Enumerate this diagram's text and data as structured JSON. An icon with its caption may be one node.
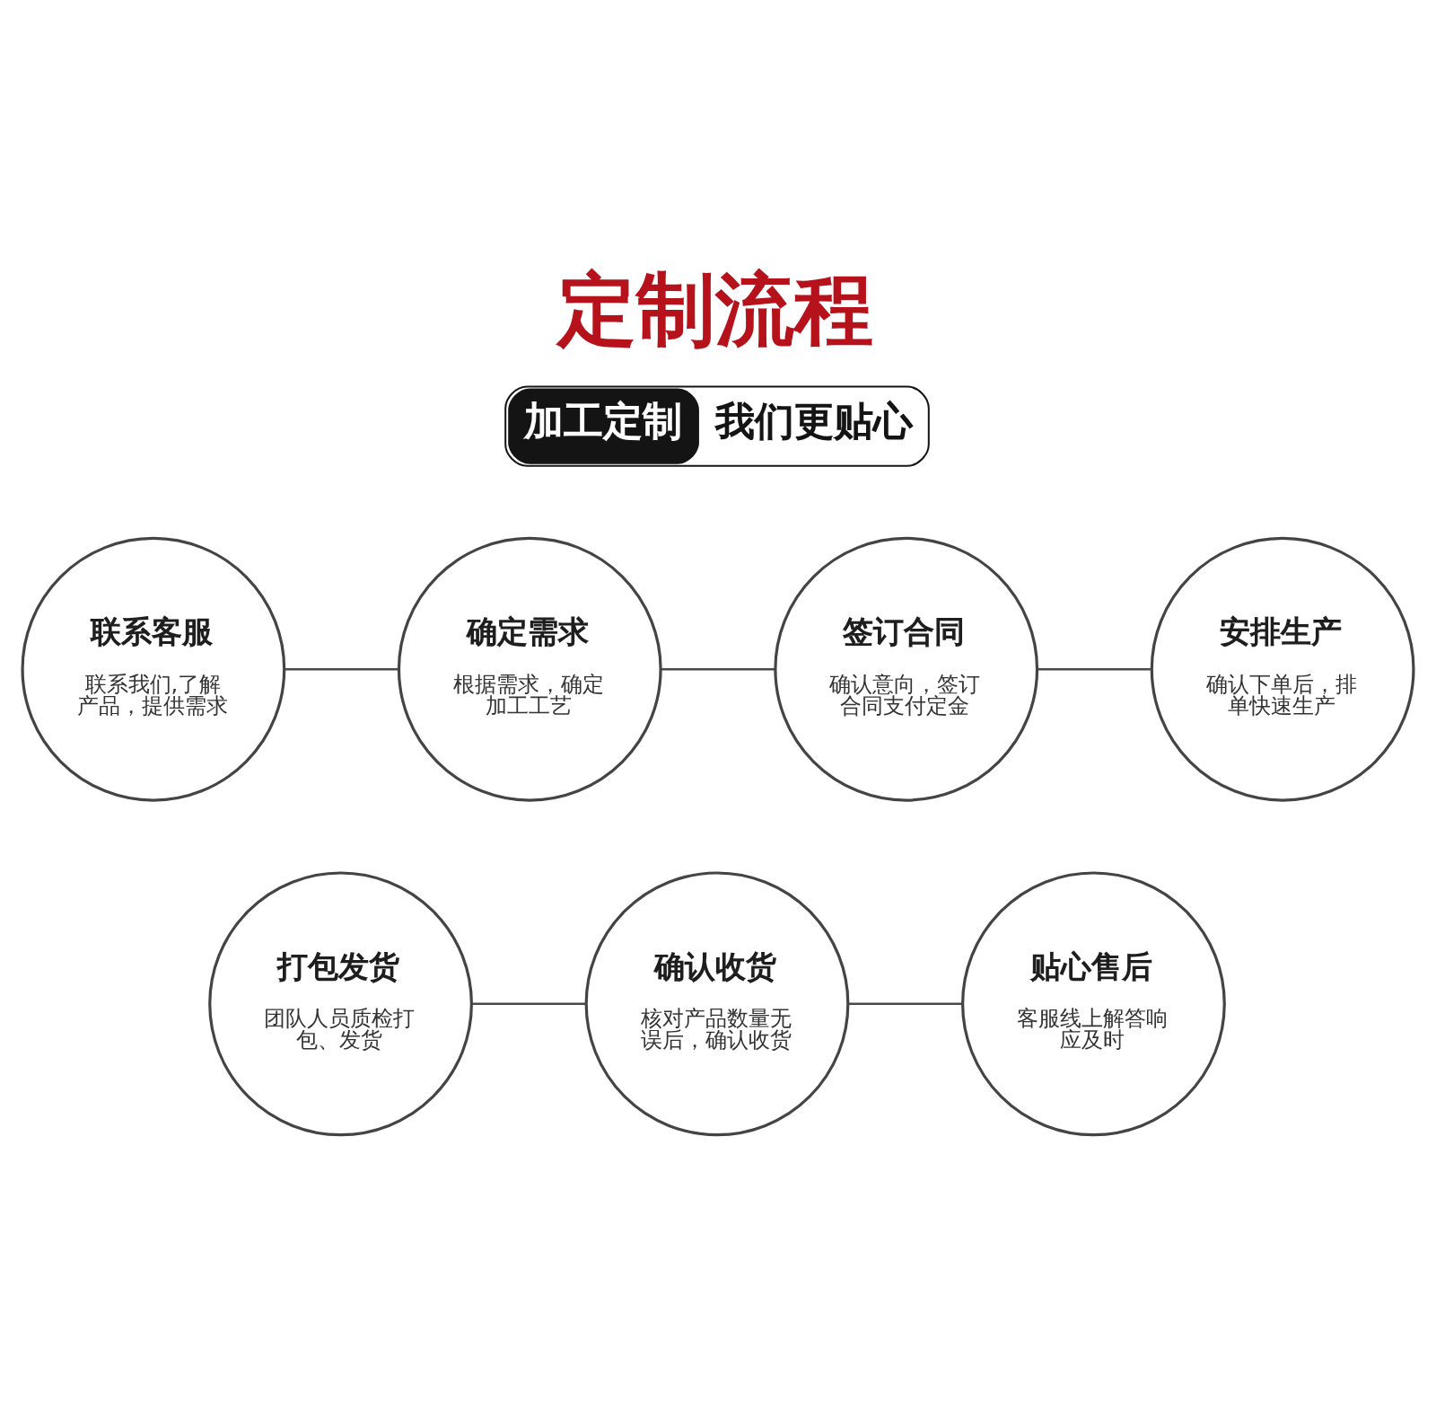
{
  "diagram": {
    "title": "定制流程",
    "nodes": [
      {
        "text": [
          "加工定制",
          "我们更贴心"
        ]
      },
      {
        "text": [
          "联系客服",
          "联系我们,了解产品，提供需求"
        ]
      },
      {
        "text": [
          "确定需求",
          "根据需求，确定加工工艺"
        ]
      },
      {
        "text": [
          "签订合同",
          "确认意向，签订合同支付定金"
        ]
      },
      {
        "text": [
          "安排生产",
          "确认下单后，排单快速生产"
        ]
      },
      {
        "text": [
          "打包发货",
          "团队人员质检打包、发货"
        ]
      },
      {
        "text": [
          "确认收货",
          "核对产品数量无误后，确认收货"
        ]
      },
      {
        "text": [
          "贴心售后",
          "客服线上解答响应及时"
        ]
      }
    ],
    "edges": [
      {
        "from": 1,
        "to": 2,
        "arrow": "none"
      },
      {
        "from": 2,
        "to": 3,
        "arrow": "none"
      },
      {
        "from": 3,
        "to": 4,
        "arrow": "none"
      },
      {
        "from": 5,
        "to": 6,
        "arrow": "none"
      },
      {
        "from": 6,
        "to": 7,
        "arrow": "none"
      }
    ]
  }
}
